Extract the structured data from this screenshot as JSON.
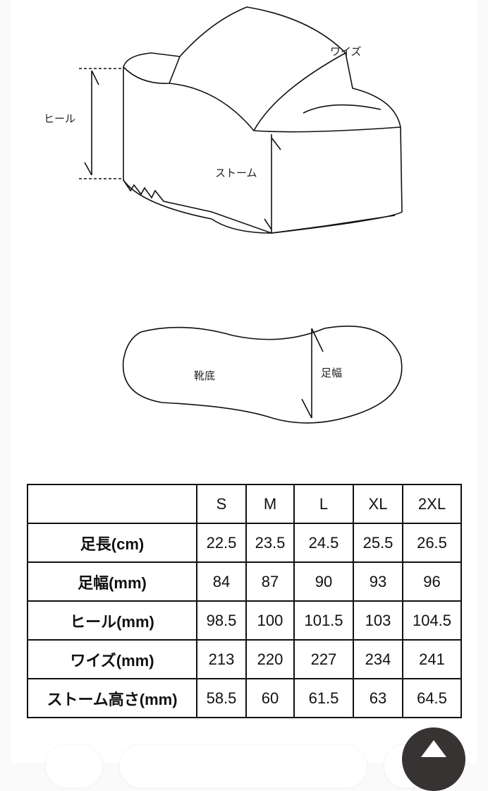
{
  "diagram_labels": {
    "width": "ワイズ",
    "heel": "ヒール",
    "storm": "ストーム",
    "sole": "靴底",
    "foot_width": "足幅"
  },
  "size_table": {
    "headers": [
      "",
      "S",
      "M",
      "L",
      "XL",
      "2XL"
    ],
    "rows": [
      {
        "label": "足長(cm)",
        "values": [
          "22.5",
          "23.5",
          "24.5",
          "25.5",
          "26.5"
        ]
      },
      {
        "label": "足幅(mm)",
        "values": [
          "84",
          "87",
          "90",
          "93",
          "96"
        ]
      },
      {
        "label": "ヒール(mm)",
        "values": [
          "98.5",
          "100",
          "101.5",
          "103",
          "104.5"
        ]
      },
      {
        "label": "ワイズ(mm)",
        "values": [
          "213",
          "220",
          "227",
          "234",
          "241"
        ]
      },
      {
        "label": "ストーム高さ(mm)",
        "values": [
          "58.5",
          "60",
          "61.5",
          "63",
          "64.5"
        ]
      }
    ]
  },
  "scroll_top_icon": "triangle-up-icon"
}
